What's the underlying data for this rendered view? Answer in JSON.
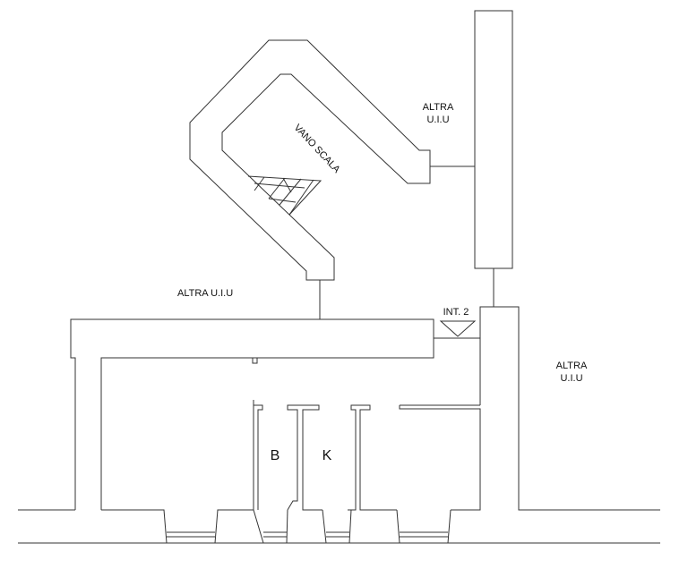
{
  "labels": {
    "stairwell": "VANO SCALA",
    "other_unit_left": "ALTRA U.I.U",
    "other_unit_top_line1": "ALTRA",
    "other_unit_top_line2": "U.I.U",
    "other_unit_right_line1": "ALTRA",
    "other_unit_right_line2": "U.I.U",
    "unit_marker": "INT. 2",
    "room_b": "B",
    "room_k": "K"
  },
  "colors": {
    "line": "#333333",
    "background": "#ffffff"
  }
}
